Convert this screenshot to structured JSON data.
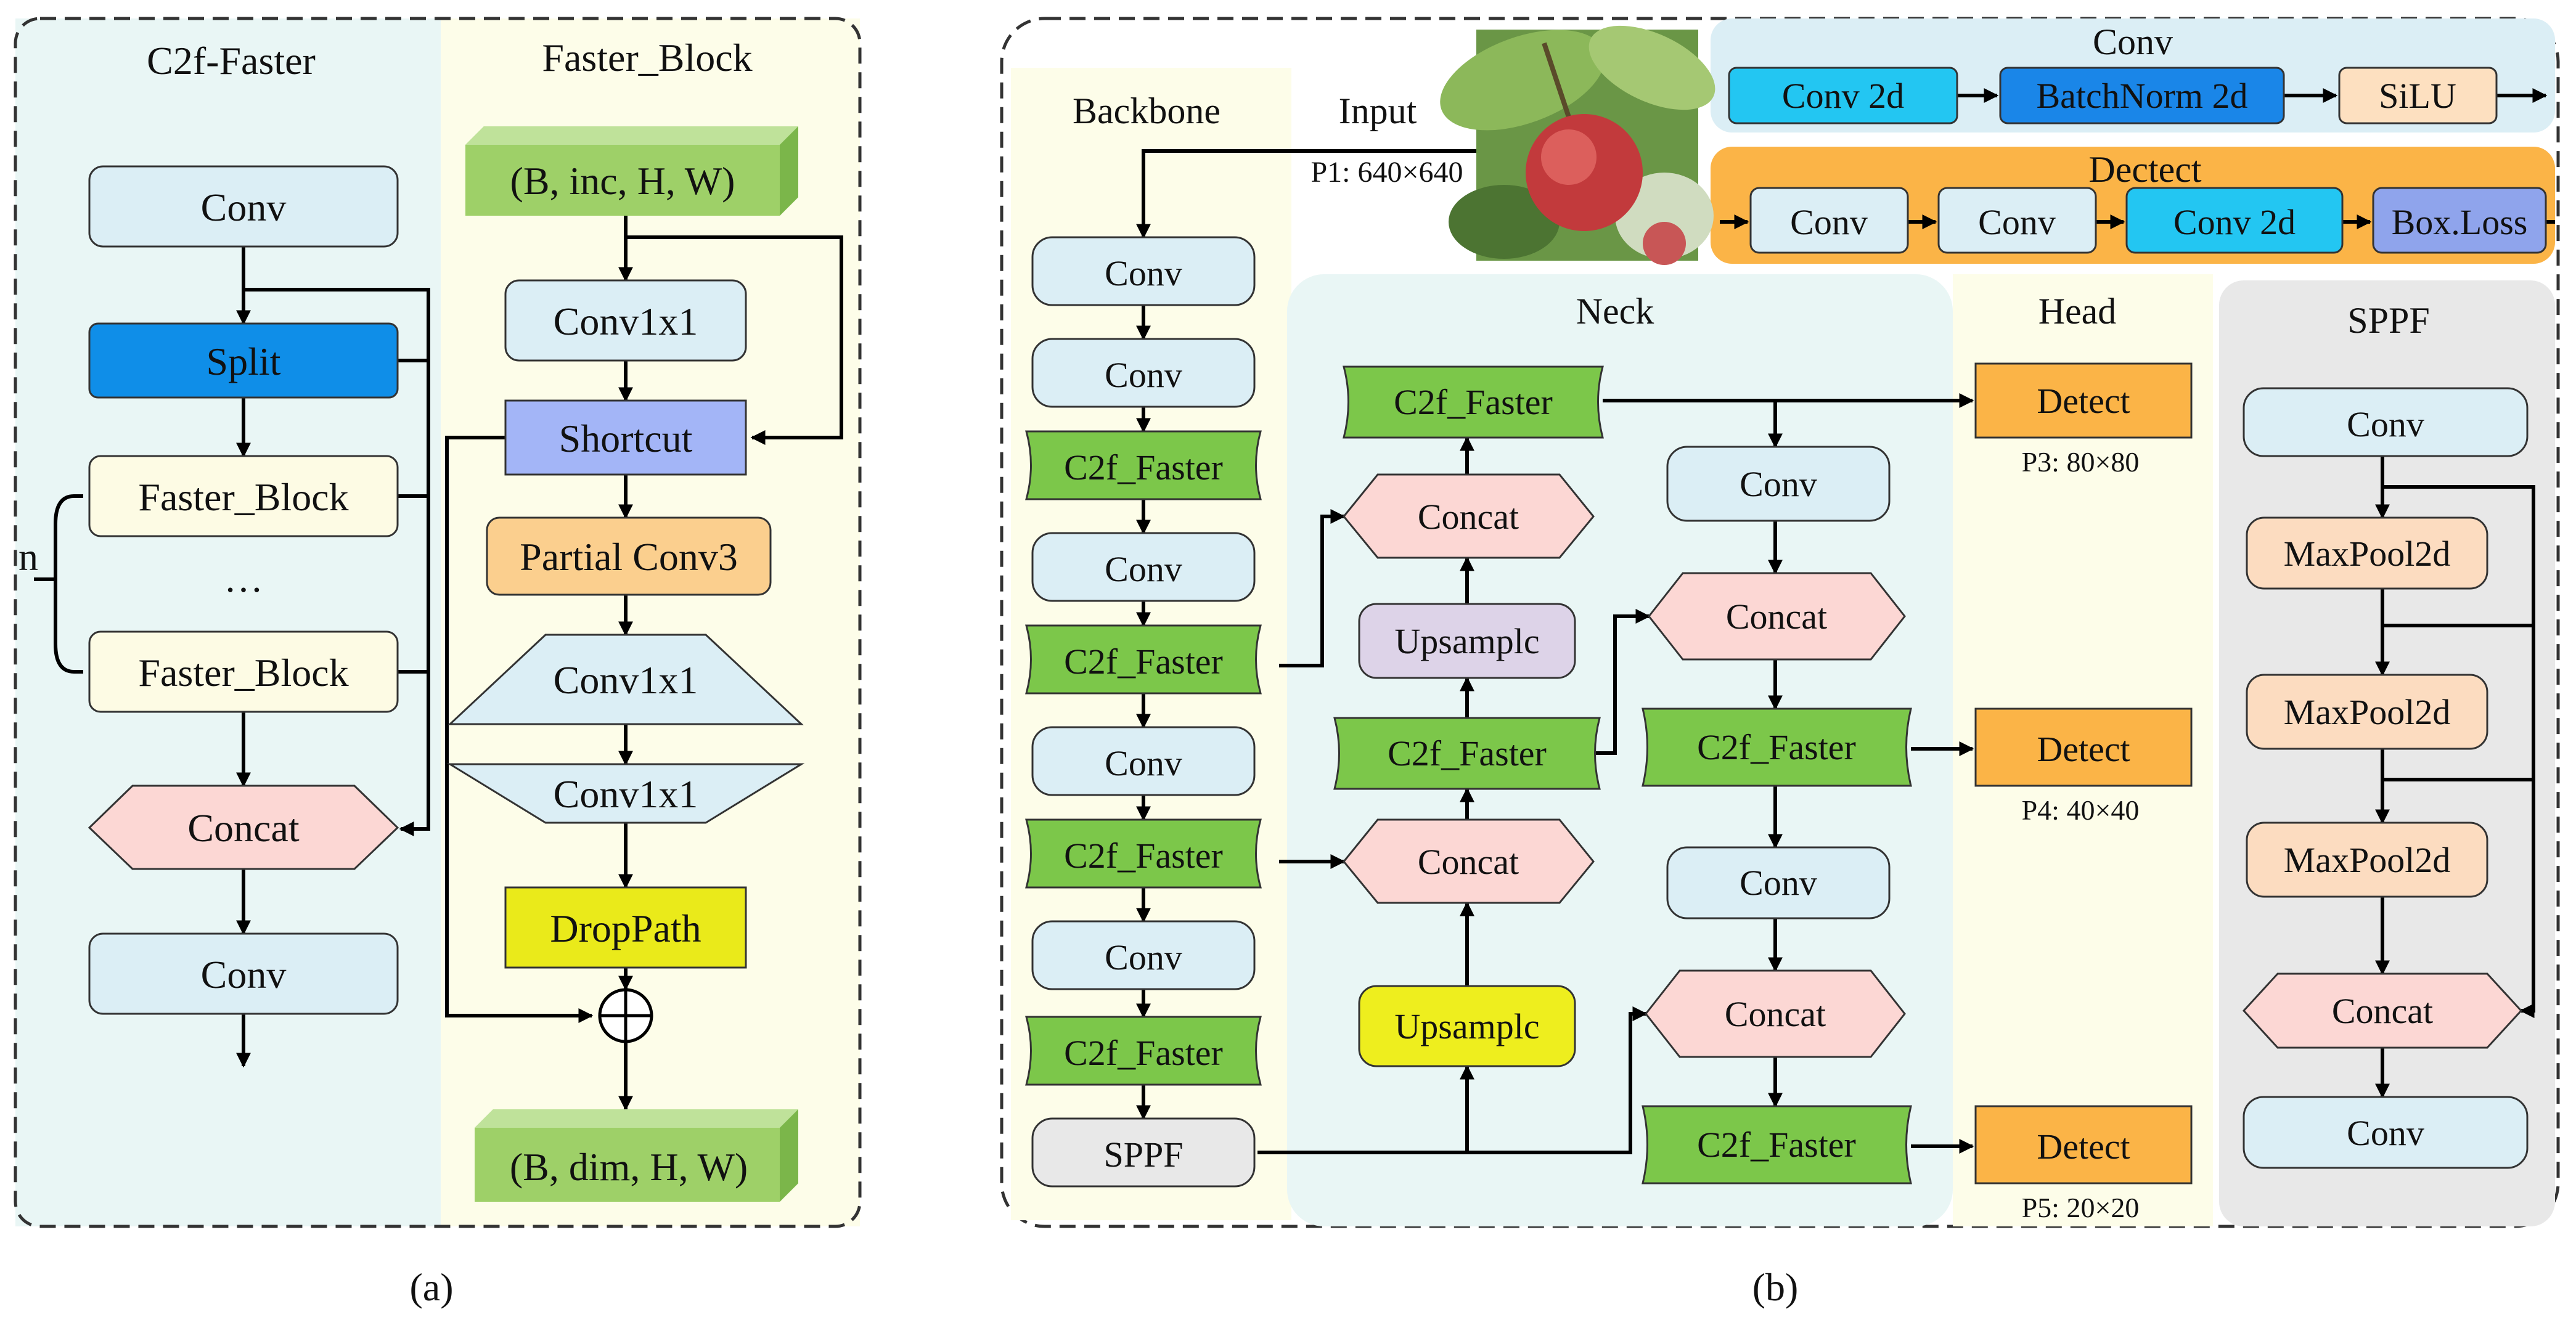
{
  "panel_a": {
    "title_left": "C2f-Faster",
    "title_right": "Faster_Block",
    "caption": "(a)",
    "c2f": {
      "conv_top": "Conv",
      "split": "Split",
      "faster_block_1": "Faster_Block",
      "ellipsis": "…",
      "faster_block_2": "Faster_Block",
      "concat": "Concat",
      "conv_bottom": "Conv",
      "n_label": "n"
    },
    "faster_block": {
      "input_tensor": "(B, inc, H, W)",
      "conv1x1_top": "Conv1x1",
      "shortcut": "Shortcut",
      "partial_conv3": "Partial Conv3",
      "conv1x1_trap1": "Conv1x1",
      "conv1x1_trap2": "Conv1x1",
      "droppath": "DropPath",
      "add_symbol": "⊕",
      "output_tensor": "(B, dim, H, W)"
    }
  },
  "panel_b": {
    "caption": "(b)",
    "backbone": {
      "title": "Backbone",
      "input_label": "Input",
      "input_size": "P1: 640×640",
      "layers": [
        "Conv",
        "Conv",
        "C2f_Faster",
        "Conv",
        "C2f_Faster",
        "Conv",
        "C2f_Faster",
        "Conv",
        "C2f_Faster",
        "SPPF"
      ]
    },
    "conv_legend": {
      "title": "Conv",
      "items": [
        "Conv 2d",
        "BatchNorm 2d",
        "SiLU"
      ]
    },
    "detect_legend": {
      "title": "Dectect",
      "items": [
        "Conv",
        "Conv",
        "Conv 2d",
        "Box.Loss"
      ]
    },
    "neck": {
      "title": "Neck",
      "c2f_top": "C2f_Faster",
      "concat_1": "Concat",
      "upsample_1": "Upsamplc",
      "c2f_mid": "C2f_Faster",
      "concat_2": "Concat",
      "upsample_2": "Upsamplc",
      "conv_right_1": "Conv",
      "concat_right_1": "Concat",
      "c2f_right_1": "C2f_Faster",
      "conv_right_2": "Conv",
      "concat_right_2": "Concat",
      "c2f_right_2": "C2f_Faster"
    },
    "head": {
      "title": "Head",
      "detects": [
        {
          "label": "Detect",
          "size": "P3: 80×80"
        },
        {
          "label": "Detect",
          "size": "P4: 40×40"
        },
        {
          "label": "Detect",
          "size": "P5: 20×20"
        }
      ]
    },
    "sppf": {
      "title": "SPPF",
      "layers": [
        "Conv",
        "MaxPool2d",
        "MaxPool2d",
        "MaxPool2d",
        "Concat",
        "Conv"
      ]
    }
  },
  "colors": {
    "conv_fill": "#dbeef5",
    "split_fill": "#0f8ee8",
    "faster_block_fill": "#fdfbe4",
    "concat_fill": "#fcd7d4",
    "c2f_green": "#7cc74a",
    "shortcut_fill": "#a3b5f7",
    "partial_conv_fill": "#fbcf8e",
    "droppath_fill": "#eaea1a",
    "tensor_green": "#9ed068",
    "upsample_purple": "#ddd3e8",
    "upsample_yellow": "#eeee1e",
    "sppf_gray": "#e8e8e8",
    "detect_orange": "#fbb447",
    "conv2d_cyan": "#23c6f2",
    "batchnorm_blue": "#1a86e8",
    "silu_peach": "#fde0c0",
    "boxloss_blue": "#8fa4ec",
    "maxpool_peach": "#fcdcc0"
  }
}
